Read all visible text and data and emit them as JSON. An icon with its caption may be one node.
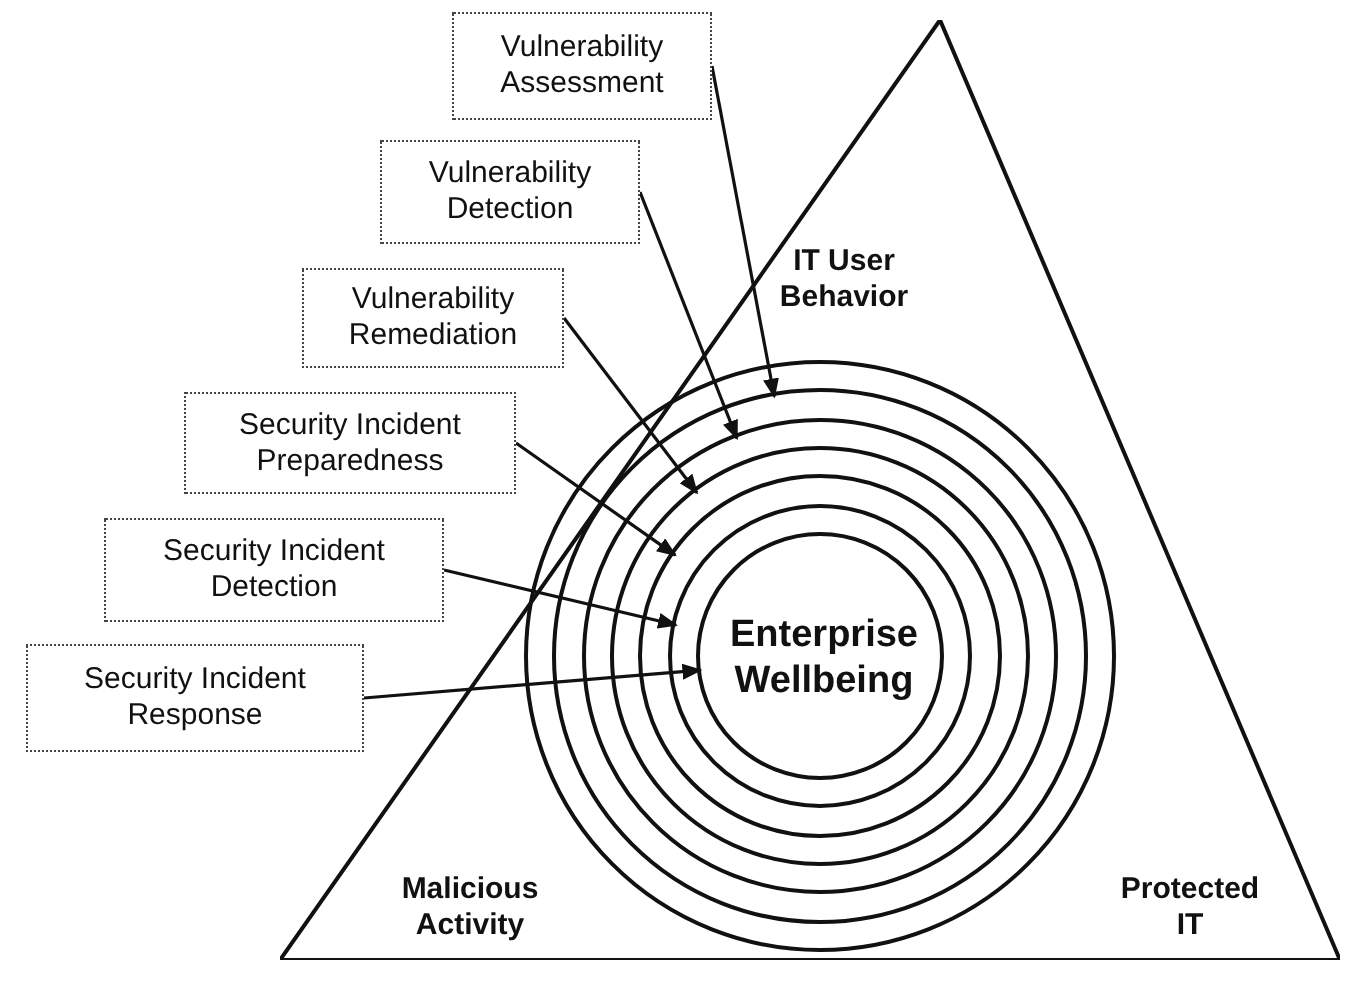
{
  "diagram": {
    "nodes": [
      {
        "text": [
          "Vulnerability Assessment"
        ]
      },
      {
        "text": [
          "Vulnerability Detection"
        ]
      },
      {
        "text": [
          "Vulnerability Remediation"
        ]
      },
      {
        "text": [
          "Security Incident Preparedness"
        ]
      },
      {
        "text": [
          "Security Incident Detection"
        ]
      },
      {
        "text": [
          "Security Incident Response"
        ]
      },
      {
        "text": [
          "IT User Behavior",
          "Malicious Activity",
          "Protected IT"
        ]
      },
      {
        "text": [],
        "shape": "circle",
        "in": 6
      },
      {
        "text": [],
        "shape": "circle",
        "in": 7
      },
      {
        "text": [],
        "shape": "circle",
        "in": 8
      },
      {
        "text": [],
        "shape": "circle",
        "in": 9
      },
      {
        "text": [],
        "shape": "circle",
        "in": 10
      },
      {
        "text": [],
        "shape": "circle",
        "in": 11
      },
      {
        "text": [
          "Enterprise Wellbeing"
        ],
        "in": 12
      }
    ],
    "edges": [
      {
        "from": 0,
        "to": 8,
        "arrow": "to"
      },
      {
        "from": 1,
        "to": 9,
        "arrow": "to"
      },
      {
        "from": 2,
        "to": 10,
        "arrow": "to"
      },
      {
        "from": 3,
        "to": 11,
        "arrow": "to"
      },
      {
        "from": 4,
        "to": 12,
        "arrow": "to"
      },
      {
        "from": 5,
        "to": 13,
        "arrow": "to"
      }
    ]
  }
}
